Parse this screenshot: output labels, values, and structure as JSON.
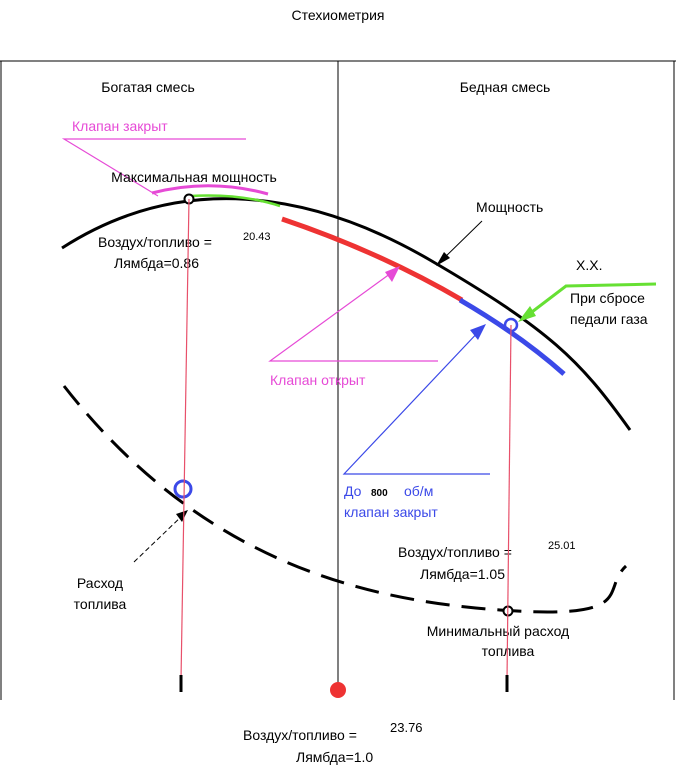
{
  "title": "Стехиометрия",
  "regions": {
    "rich": "Богатая смесь",
    "lean": "Бедная смесь"
  },
  "valve_closed": "Клапан закрыт",
  "max_power": "Максимальная мощность",
  "rich_point": {
    "af_label": "Воздух/топливо =",
    "af_value": "20.43",
    "lambda": "Лямбда=0.86"
  },
  "power_label": "Мощность",
  "idle": {
    "label": "Х.Х.",
    "line1": "При сбросе",
    "line2": "педали газа"
  },
  "valve_open": "Клапан открыт",
  "rpm_note": {
    "prefix": "До",
    "value": "800",
    "unit": "об/м",
    "line2": "клапан закрыт"
  },
  "fuel_consumption": {
    "line1": "Расход",
    "line2": "топлива"
  },
  "lean_point": {
    "af_label": "Воздух/топливо =",
    "af_value": "25.01",
    "lambda": "Лямбда=1.05"
  },
  "min_consumption": {
    "line1": "Минимальный расход",
    "line2": "топлива"
  },
  "stoich": {
    "af_label": "Воздух/топливо =",
    "af_value": "23.76",
    "lambda": "Лямбда=1.0"
  },
  "colors": {
    "pink": "#e64ad6",
    "red": "#ee3333",
    "blue": "#3b49e8",
    "green": "#66e033",
    "thin_red": "#e8506a"
  }
}
